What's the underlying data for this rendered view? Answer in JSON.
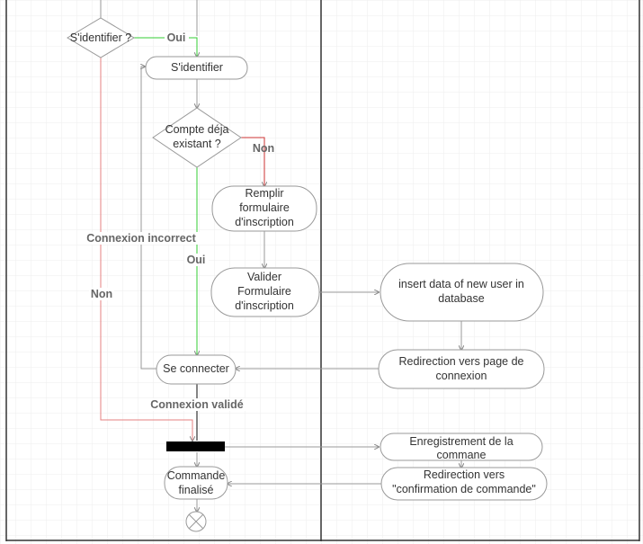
{
  "diagram": {
    "decisions": {
      "identify": {
        "label": "S'identifier ?"
      },
      "account_exists": {
        "label_lines": [
          "Compte déja",
          "existant ?"
        ]
      }
    },
    "actions": {
      "identify": {
        "label": "S'identifier"
      },
      "fill_form": {
        "label_lines": [
          "Remplir",
          "formulaire",
          "d'inscription"
        ]
      },
      "validate_form": {
        "label_lines": [
          "Valider",
          "Formulaire",
          "d'inscription"
        ]
      },
      "login": {
        "label": "Se connecter"
      },
      "order_done": {
        "label_lines": [
          "Commande",
          "finalisé"
        ]
      },
      "insert_user": {
        "label_lines": [
          "insert data of new user in",
          "database"
        ]
      },
      "redirect_login": {
        "label_lines": [
          "Redirection vers page de",
          "connexion"
        ]
      },
      "save_order": {
        "label_lines": [
          "Enregistrement de la",
          "commane"
        ]
      },
      "redirect_confirm": {
        "label_lines": [
          "Redirection vers",
          "\"confirmation de commande\""
        ]
      }
    },
    "edge_labels": {
      "oui_top": "Oui",
      "non_right": "Non",
      "connexion_incorrect": "Connexion incorrect",
      "oui_middle": "Oui",
      "non_left": "Non",
      "connexion_validee": "Connexion validé"
    },
    "colors": {
      "grid": "#e6e6e6",
      "lane_border": "#333333",
      "node_border": "#999999",
      "edge_default": "#999999",
      "edge_green": "#33cc33",
      "edge_red": "#e68080",
      "edge_darkred": "#cc3333",
      "sync_bar": "#000000"
    }
  }
}
